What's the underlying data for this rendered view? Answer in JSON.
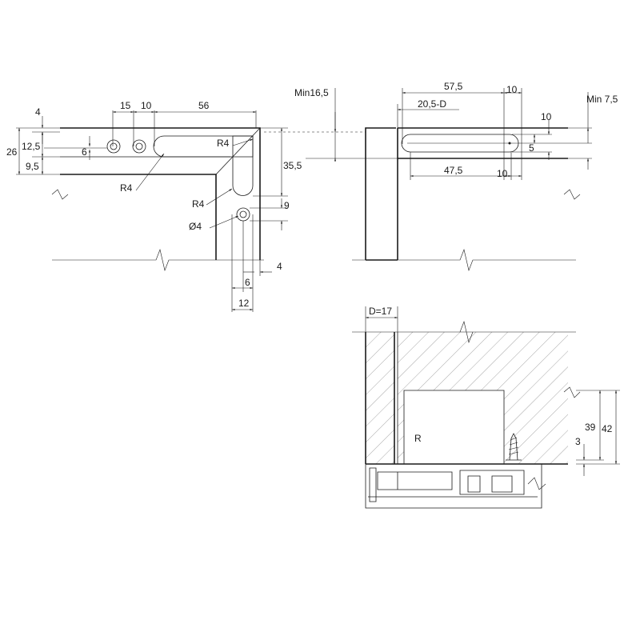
{
  "drawing": {
    "colors": {
      "line": "#1a1a1a",
      "hatch": "#6a6a6a",
      "background": "#ffffff"
    },
    "left_view": {
      "dims": {
        "d4": "4",
        "d15": "15",
        "d10": "10",
        "d56": "56",
        "d26": "26",
        "d12_5": "12,5",
        "d6": "6",
        "d9_5": "9,5",
        "r4_top": "R4",
        "r4_left": "R4",
        "d35_5": "35,5",
        "r4_mid": "R4",
        "d9": "9",
        "dia4": "Ø4",
        "d4_bottom": "4",
        "d6_bottom": "6",
        "d12_bottom": "12"
      }
    },
    "right_view": {
      "dims": {
        "min16_5": "Min16,5",
        "d57_5": "57,5",
        "d10_top": "10",
        "min7_5": "Min 7,5",
        "d20_5": "20,5-D",
        "d10_right": "10",
        "d5": "5",
        "d47_5": "47,5",
        "d10_bottom": "10"
      }
    },
    "section_view": {
      "dims": {
        "d17": "D=17",
        "d39": "39",
        "d42": "42",
        "d3": "3"
      },
      "mark": "R"
    }
  }
}
